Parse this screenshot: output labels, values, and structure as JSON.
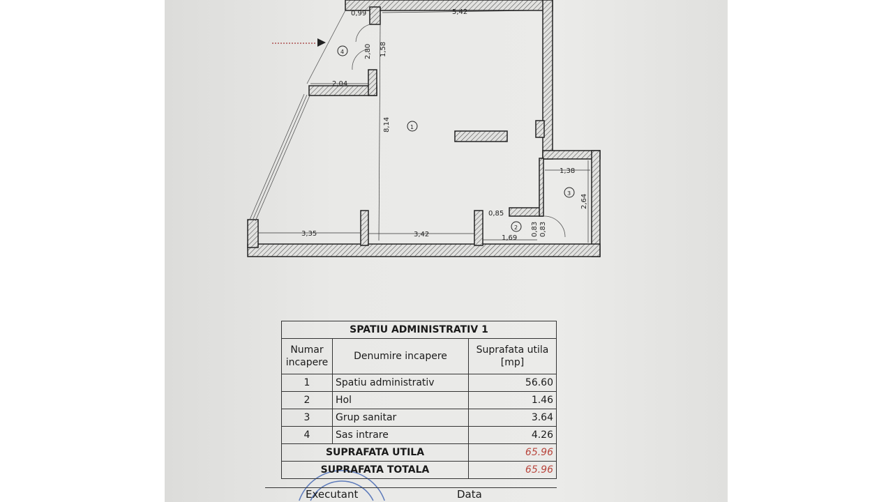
{
  "plan": {
    "dimensions": {
      "top_left": "0,99",
      "top": "5,42",
      "door_left": "2,80",
      "door_right": "1,58",
      "vestibule_width": "2,04",
      "height": "8,14",
      "bottom_left": "3,35",
      "bottom_mid": "3,42",
      "hall_stub": "0,85",
      "hall_width": "1,69",
      "hall_door_a": "0,83",
      "hall_door_b": "0,83",
      "bath_width": "1,38",
      "bath_height": "2,64"
    },
    "room_labels": [
      "1",
      "2",
      "3",
      "4"
    ]
  },
  "table": {
    "title": "SPATIU ADMINISTRATIV 1",
    "headers": [
      "Numar incapere",
      "Denumire incapere",
      "Suprafata utila [mp]"
    ],
    "rows": [
      {
        "num": "1",
        "name": "Spatiu administrativ",
        "area": "56.60"
      },
      {
        "num": "2",
        "name": "Hol",
        "area": "1.46"
      },
      {
        "num": "3",
        "name": "Grup sanitar",
        "area": "3.64"
      },
      {
        "num": "4",
        "name": "Sas intrare",
        "area": "4.26"
      }
    ],
    "useful_label": "SUPRAFATA UTILA",
    "useful_value": "65.96",
    "total_label": "SUPRAFATA TOTALA",
    "total_value": "65.96",
    "executant_label": "Executant",
    "date_label": "Data"
  },
  "colors": {
    "highlight": "#b8453c",
    "stamp": "#3a5fb0"
  }
}
